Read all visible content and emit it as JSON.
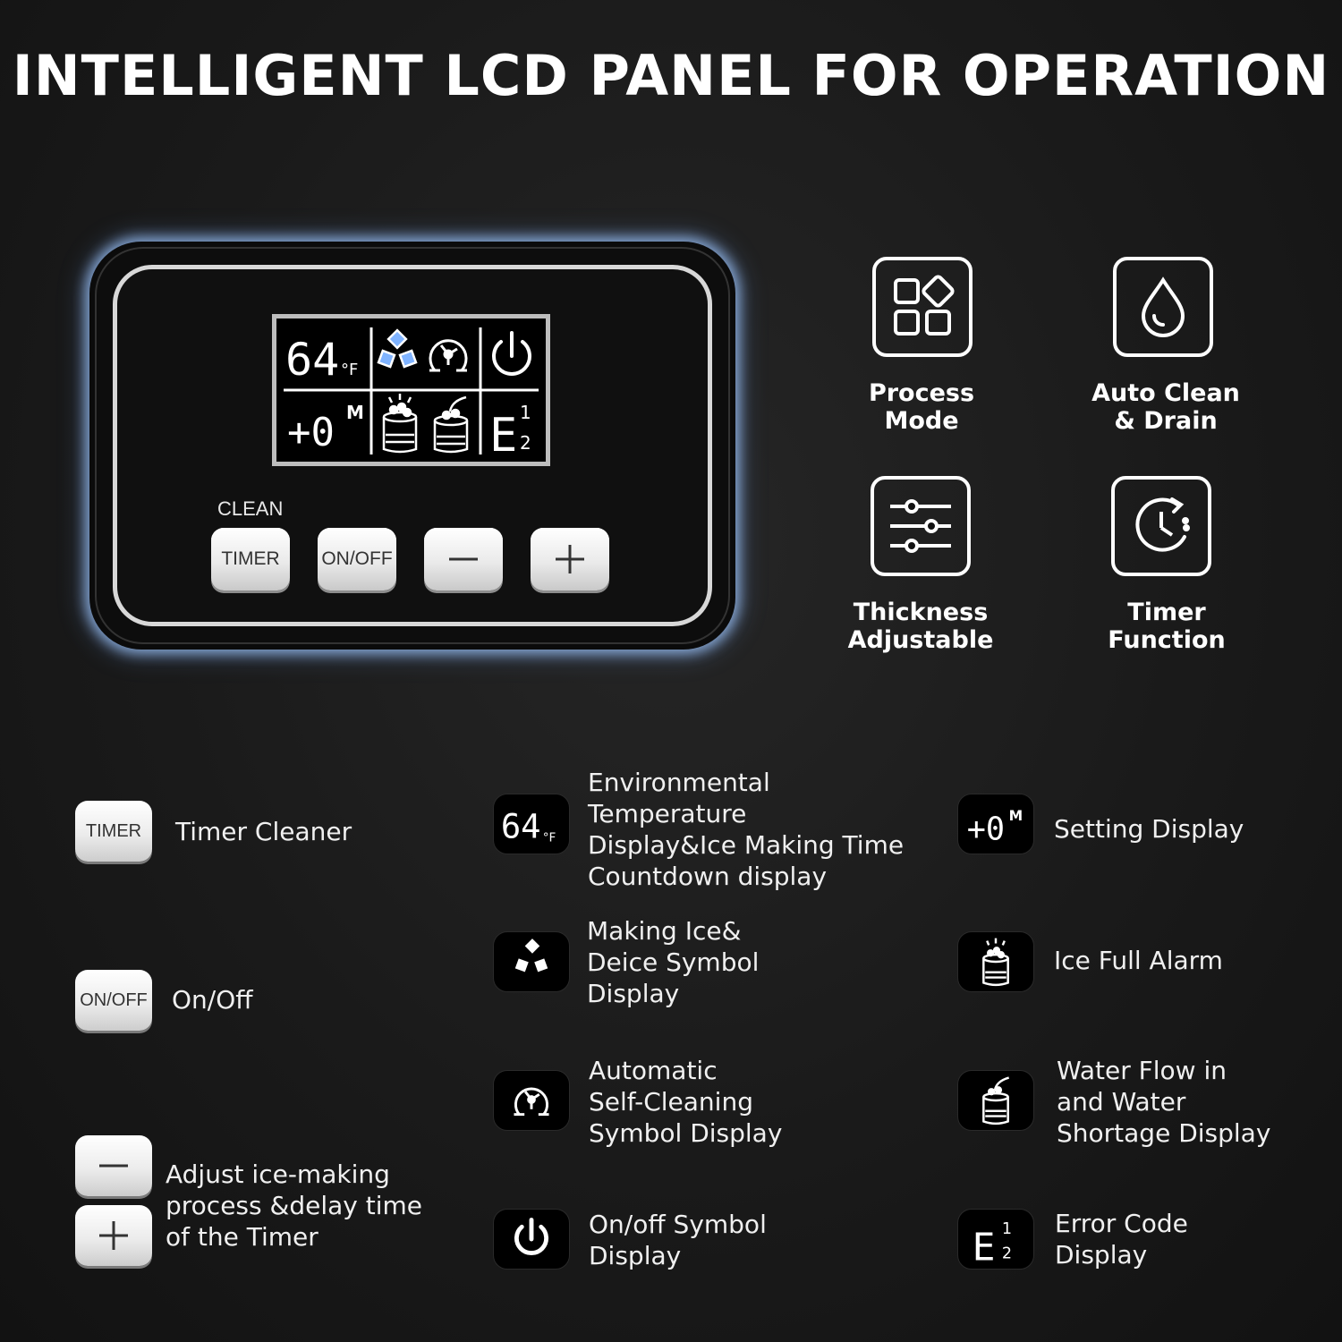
{
  "title": "INTELLIGENT LCD PANEL FOR OPERATION",
  "panel": {
    "lcd_temperature": "64",
    "lcd_unit": "°F",
    "lcd_setting": "+0",
    "lcd_setting_unit": "M",
    "lcd_error_letter": "E",
    "lcd_error_top": "1",
    "lcd_error_bottom": "2",
    "clean_label": "CLEAN",
    "timer_button": "TIMER",
    "onoff_button": "ON/OFF",
    "minus_icon": "minus-icon",
    "plus_icon": "plus-icon"
  },
  "features": [
    {
      "icon": "grid-shapes-icon",
      "label": "Process\nMode"
    },
    {
      "icon": "water-drop-icon",
      "label": "Auto Clean\n& Drain"
    },
    {
      "icon": "sliders-icon",
      "label": "Thickness\nAdjustable"
    },
    {
      "icon": "clock-icon",
      "label": "Timer\nFunction"
    }
  ],
  "legend": {
    "timer_key": "TIMER",
    "timer_text": "Timer Cleaner",
    "onoff_key": "ON/OFF",
    "onoff_text": "On/Off",
    "adjust_text": "Adjust ice-making\nprocess &delay time\nof the Timer",
    "temp_sym": "64",
    "temp_unit": "°F",
    "temp_text": "Environmental\nTemperature\nDisplay&Ice Making Time\nCountdown display",
    "ice_text": "Making Ice&\nDeice Symbol\nDisplay",
    "clean_text": "Automatic\nSelf-Cleaning\nSymbol Display",
    "power_text": "On/off Symbol\nDisplay",
    "setting_sym": "+0",
    "setting_unit": "M",
    "setting_text": "Setting Display",
    "full_text": "Ice Full Alarm",
    "water_text": "Water Flow in\nand Water\nShortage Display",
    "error_sym_letter": "E",
    "error_sym_top": "1",
    "error_sym_bottom": "2",
    "error_text": "Error Code\nDisplay"
  }
}
